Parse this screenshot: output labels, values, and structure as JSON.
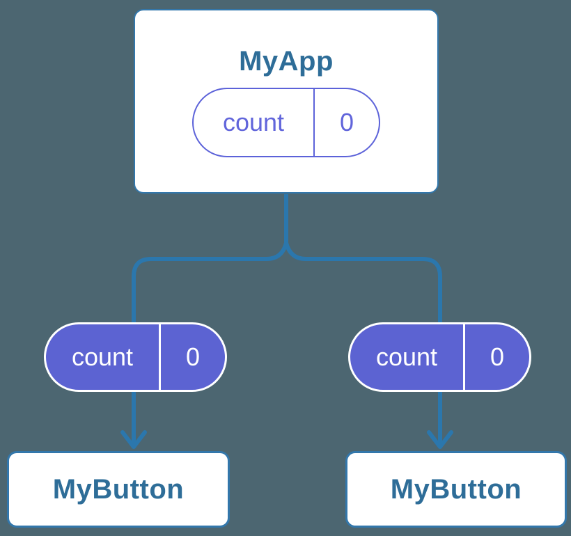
{
  "diagram": {
    "root": {
      "title": "MyApp",
      "state_pill": {
        "key": "count",
        "value": "0"
      }
    },
    "left_child": {
      "title": "MyButton",
      "prop_pill": {
        "key": "count",
        "value": "0"
      }
    },
    "right_child": {
      "title": "MyButton",
      "prop_pill": {
        "key": "count",
        "value": "0"
      }
    }
  },
  "colors": {
    "background": "#4C6671",
    "connector": "#2B77AD",
    "card_border": "#3377AB",
    "card_text": "#2E6D98",
    "pill_outline_purple": "#5C62D9",
    "pill_text_purple": "#6165DB",
    "pill_fill_purple": "#5C63D2",
    "pill_text_on_purple": "#FFFFFF",
    "card_fill": "#FFFFFF"
  }
}
